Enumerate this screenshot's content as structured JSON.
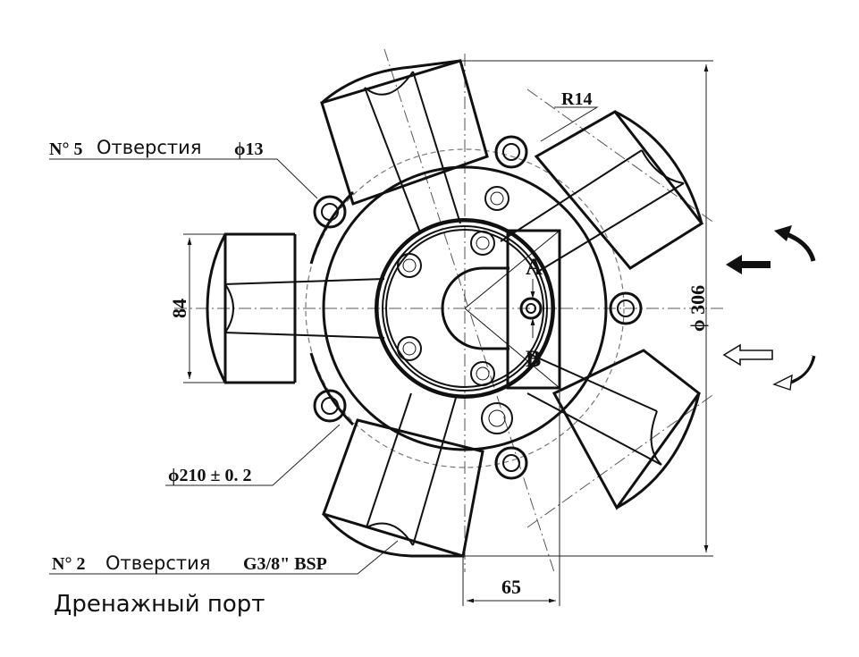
{
  "labels": {
    "holes_count": "N° 5",
    "holes_word": "Отверстия",
    "holes_size": "ϕ13",
    "radius": "R14",
    "height_dim": "84",
    "diameter_outer": "ϕ 306",
    "diameter_bolt": "ϕ210 ± 0. 2",
    "port_a": "A",
    "port_b": "B",
    "drain_count": "N° 2",
    "drain_word": "Отверстия",
    "drain_thread": "G3/8\" BSP",
    "drain_caption": "Дренажный порт",
    "offset_dim": "65"
  }
}
